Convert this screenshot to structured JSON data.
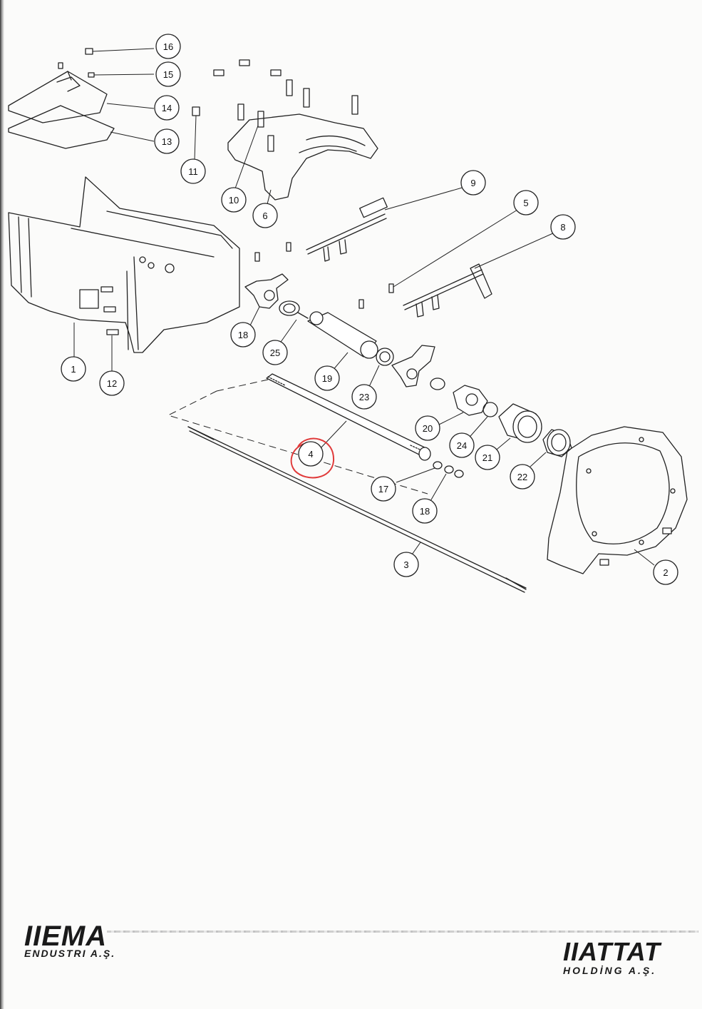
{
  "callouts": [
    {
      "label": "16"
    },
    {
      "label": "15"
    },
    {
      "label": "14"
    },
    {
      "label": "13"
    },
    {
      "label": "11"
    },
    {
      "label": "10"
    },
    {
      "label": "6"
    },
    {
      "label": "9"
    },
    {
      "label": "5"
    },
    {
      "label": "8"
    },
    {
      "label": "18"
    },
    {
      "label": "25"
    },
    {
      "label": "19"
    },
    {
      "label": "23"
    },
    {
      "label": "1"
    },
    {
      "label": "12"
    },
    {
      "label": "20"
    },
    {
      "label": "24"
    },
    {
      "label": "21"
    },
    {
      "label": "22"
    },
    {
      "label": "4"
    },
    {
      "label": "17"
    },
    {
      "label": "18"
    },
    {
      "label": "3"
    },
    {
      "label": "2"
    }
  ],
  "highlight": {
    "label": "4",
    "color": "#e03a3a"
  },
  "footer": {
    "left_brand": "IIEMA",
    "left_sub": "ENDUSTRI A.Ş.",
    "right_brand": "IIATTAT",
    "right_sub": "HOLDİNG A.Ş."
  }
}
